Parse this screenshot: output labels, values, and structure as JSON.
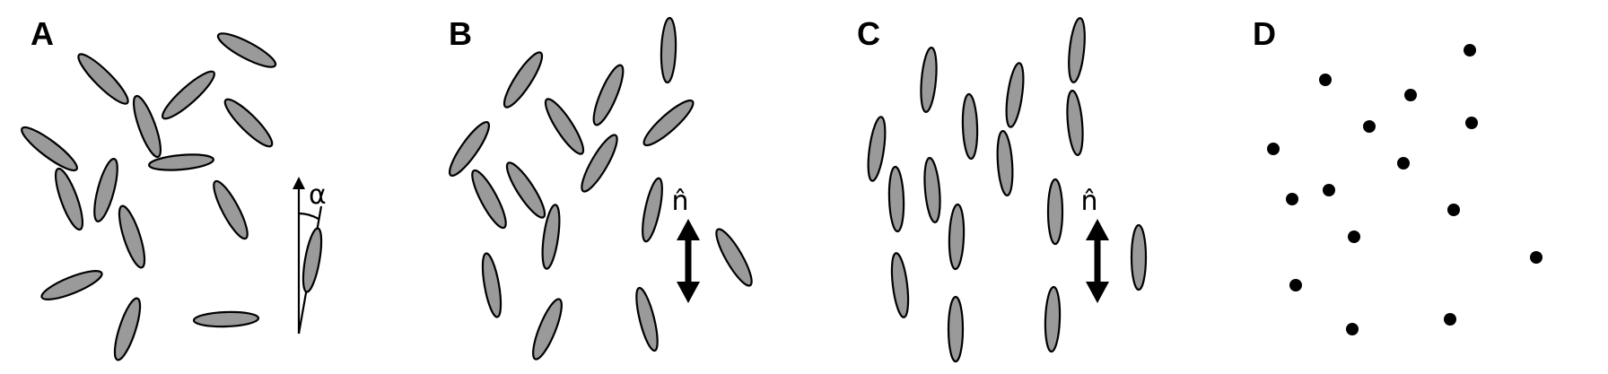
{
  "panels": {
    "a": {
      "label": "A",
      "angle_symbol": "α"
    },
    "b": {
      "label": "B",
      "director_symbol": "n̂"
    },
    "c": {
      "label": "C",
      "director_symbol": "n̂"
    },
    "d": {
      "label": "D"
    }
  },
  "colors": {
    "molecule_fill": "#9a9a9a",
    "outline": "#000000",
    "background": "#ffffff"
  }
}
